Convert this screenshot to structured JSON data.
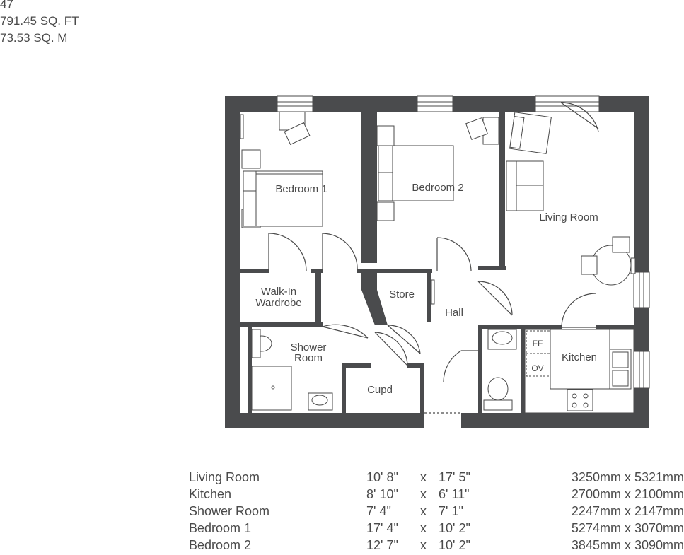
{
  "header": {
    "plot": "47",
    "area_sqft": "791.45 SQ. FT",
    "area_sqm": "73.53 SQ. M"
  },
  "plan": {
    "rooms": {
      "bedroom1": "Bedroom 1",
      "bedroom2": "Bedroom 2",
      "living": "Living Room",
      "walkin1": "Walk-In",
      "walkin2": "Wardrobe",
      "store": "Store",
      "hall": "Hall",
      "shower1": "Shower",
      "shower2": "Room",
      "kitchen": "Kitchen",
      "cupd": "Cupd"
    },
    "appliances": {
      "fridge": "FF",
      "oven": "OV"
    },
    "colors": {
      "wall": "#4a4b4d",
      "line": "#4a4a4a",
      "background": "#ffffff"
    }
  },
  "dimensions": [
    {
      "room": "Living Room",
      "width": "10' 8\"",
      "x": "x",
      "length": "17' 5\"",
      "metric": "3250mm x 5321mm"
    },
    {
      "room": "Kitchen",
      "width": "8' 10\"",
      "x": "x",
      "length": "6' 11\"",
      "metric": "2700mm x 2100mm"
    },
    {
      "room": "Shower Room",
      "width": "7' 4\"",
      "x": "x",
      "length": "7' 1\"",
      "metric": "2247mm x 2147mm"
    },
    {
      "room": "Bedroom 1",
      "width": "17' 4\"",
      "x": "x",
      "length": "10' 2\"",
      "metric": "5274mm x 3070mm"
    },
    {
      "room": "Bedroom 2",
      "width": "12' 7\"",
      "x": "x",
      "length": "10' 2\"",
      "metric": "3845mm x 3090mm"
    }
  ]
}
